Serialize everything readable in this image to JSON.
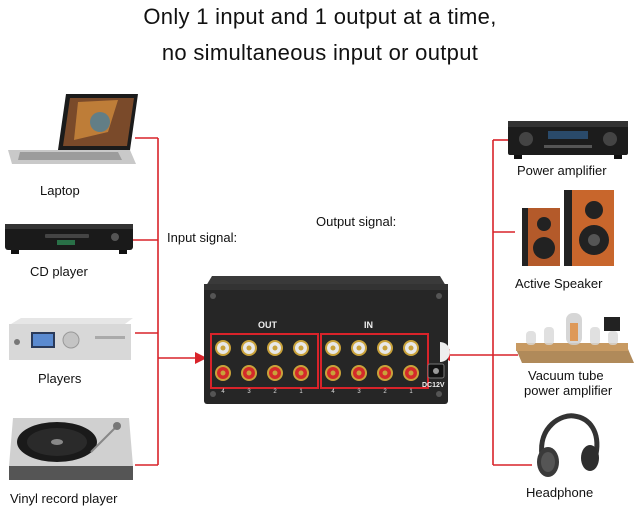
{
  "headline": {
    "line1": "Only 1 input and 1 output at a time,",
    "line2": "no simultaneous input or output"
  },
  "labels": {
    "input_signal": "Input signal:",
    "output_signal": "Output signal:"
  },
  "sources": [
    {
      "label": "Laptop",
      "icon": "laptop-icon"
    },
    {
      "label": "CD player",
      "icon": "cd-player-icon"
    },
    {
      "label": "Players",
      "icon": "media-player-icon"
    },
    {
      "label": "Vinyl record player",
      "icon": "turntable-icon"
    }
  ],
  "outputs": [
    {
      "label": "Power amplifier",
      "icon": "power-amplifier-icon"
    },
    {
      "label": "Active Speaker",
      "icon": "speaker-icon"
    },
    {
      "label_line1": "Vacuum tube",
      "label_line2": "power amplifier",
      "icon": "tube-amplifier-icon"
    },
    {
      "label": "Headphone",
      "icon": "headphone-icon"
    }
  ],
  "switch_box": {
    "out_label": "OUT",
    "in_label": "IN",
    "power_label": "DC12V",
    "port_numbers_out": [
      "4",
      "3",
      "2",
      "1"
    ],
    "port_numbers_in": [
      "4",
      "3",
      "2",
      "1"
    ]
  },
  "colors": {
    "wire": "#d9232a",
    "box": "#262626",
    "jack_red": "#d42a2a"
  }
}
